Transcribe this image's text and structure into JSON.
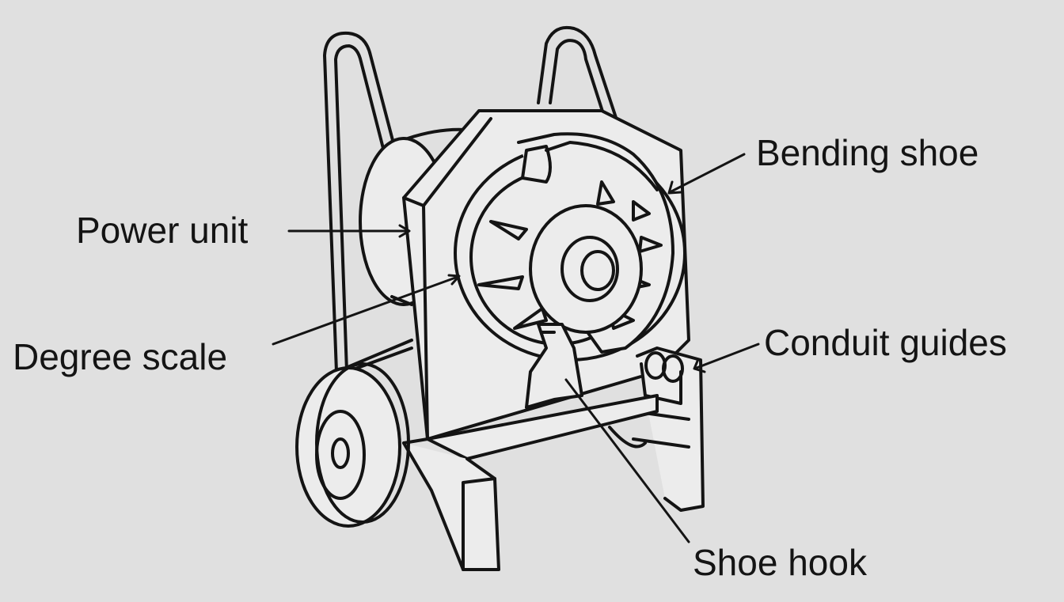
{
  "labels": {
    "power_unit": "Power unit",
    "degree_scale": "Degree scale",
    "bending_shoe": "Bending shoe",
    "conduit_guides": "Conduit guides",
    "shoe_hook": "Shoe hook"
  },
  "colors": {
    "background": "#e0e0e0",
    "ink": "#141414",
    "fill": "#ececec"
  }
}
